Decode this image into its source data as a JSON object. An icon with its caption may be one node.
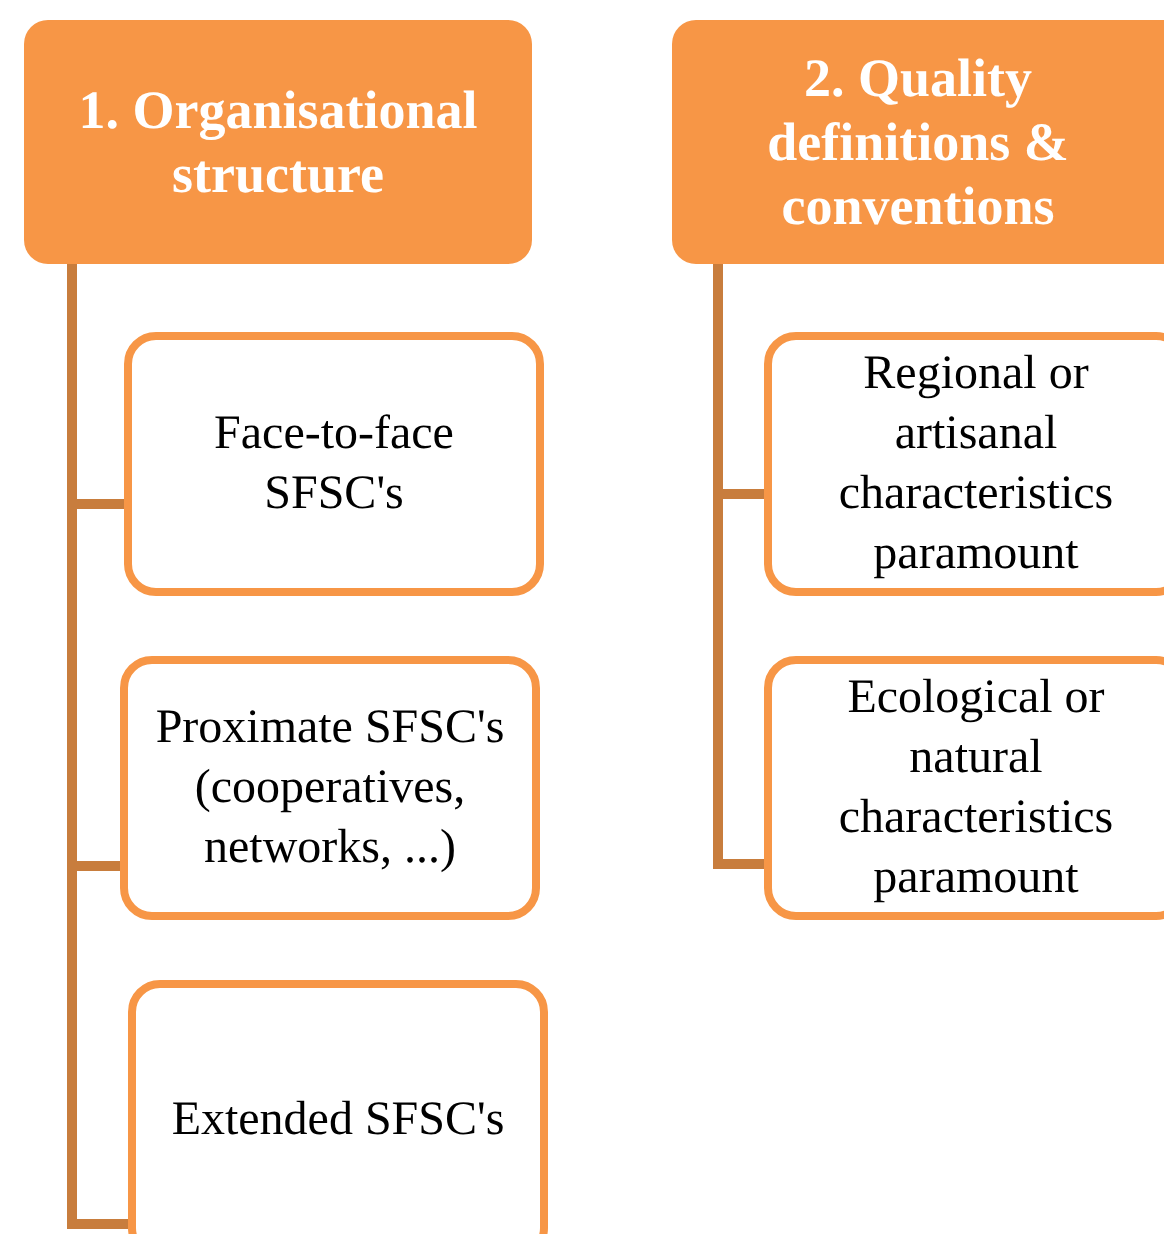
{
  "diagram": {
    "nodes": [
      {
        "text": [
          "1. Organisational structure"
        ]
      },
      {
        "text": [
          "Face-to-face SFSC's"
        ]
      },
      {
        "text": [
          "Proximate SFSC's (cooperatives, networks, ...)"
        ]
      },
      {
        "text": [
          "Extended SFSC's"
        ]
      },
      {
        "text": [
          "2. Quality definitions & conventions"
        ]
      },
      {
        "text": [
          "Regional or artisanal characteristics paramount"
        ]
      },
      {
        "text": [
          "Ecological or natural characteristics paramount"
        ]
      }
    ],
    "edges": [
      {
        "from": 0,
        "to": 1,
        "arrow": "none"
      },
      {
        "from": 0,
        "to": 2,
        "arrow": "none"
      },
      {
        "from": 0,
        "to": 3,
        "arrow": "none"
      },
      {
        "from": 4,
        "to": 5,
        "arrow": "none"
      },
      {
        "from": 4,
        "to": 6,
        "arrow": "none"
      }
    ]
  }
}
